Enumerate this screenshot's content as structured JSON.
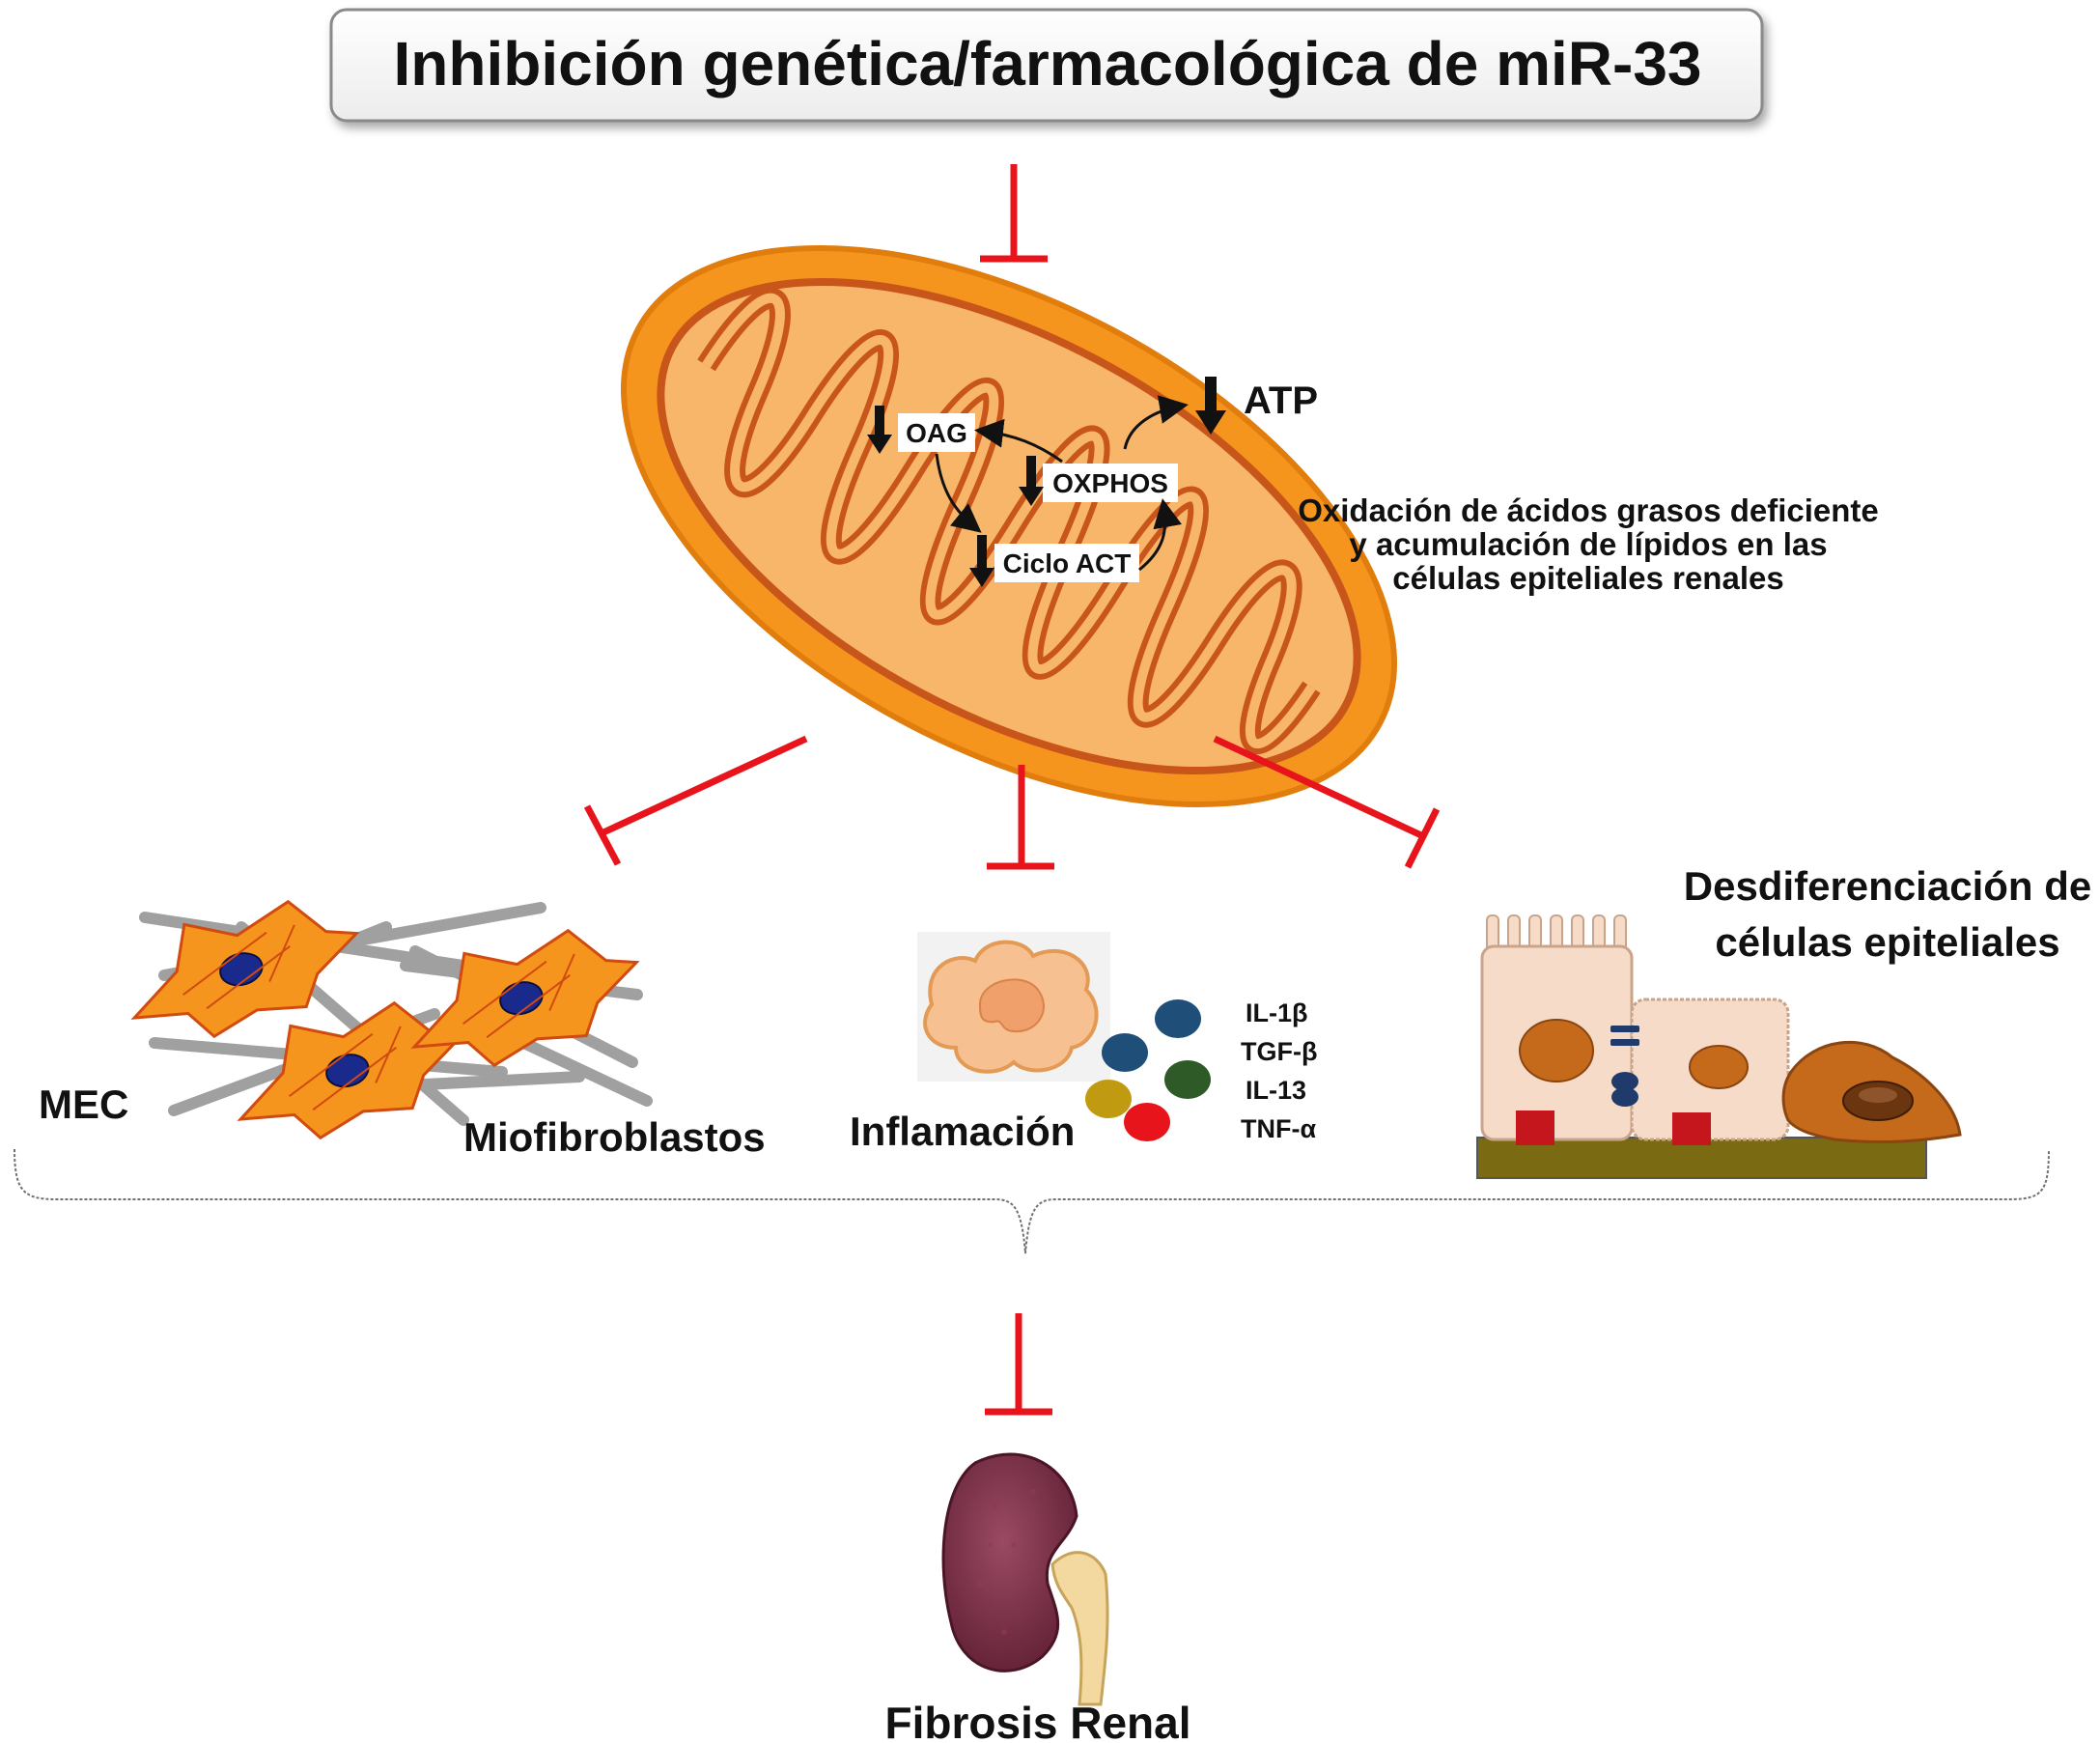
{
  "title": "Inhibición genética/farmacológica de miR-33",
  "mitochondria": {
    "labels": {
      "oag": "OAG",
      "oxphos": "OXPHOS",
      "ciclo_act": "Ciclo ACT",
      "atp": "ATP"
    }
  },
  "fatty_acid_text": [
    "Oxidación de ácidos grasos deficiente",
    "y acumulación de lípidos en las",
    "células epiteliales renales"
  ],
  "panels": {
    "mec": "MEC",
    "miofibroblastos": "Miofibroblastos",
    "inflamacion": "Inflamación",
    "cytokines": [
      "IL-1β",
      "TGF-β",
      "IL-13",
      "TNF-α"
    ],
    "cytokine_colors": [
      "#1f4e79",
      "#2d5a27",
      "#c09a10",
      "#e8141b",
      "#1f4e79"
    ],
    "desdiferenciacion": [
      "Desdiferenciación de",
      "células epiteliales"
    ]
  },
  "outcome": "Fibrosis Renal",
  "colors": {
    "inhibition": "#e8141b",
    "mitochondria_outer": "#f5951e",
    "mitochondria_inner": "#c8561a",
    "kidney": "#7a2d45",
    "basement": "#7a6a12"
  }
}
